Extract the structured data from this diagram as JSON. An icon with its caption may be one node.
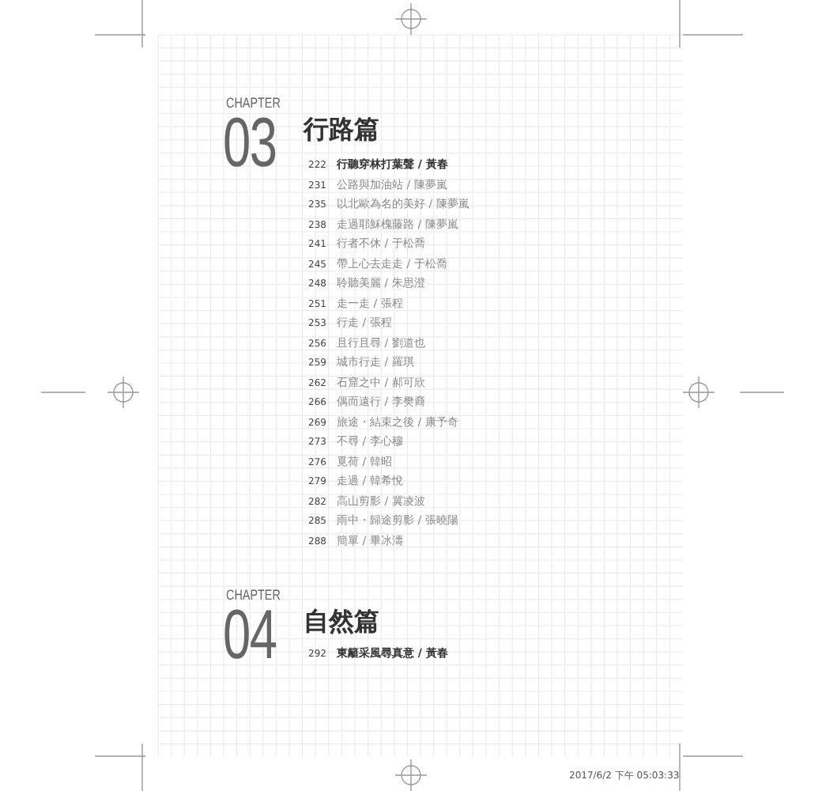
{
  "diagram": {
    "labels": [
      "CHAPTER",
      "03",
      "行路篇",
      "222",
      "行聽穿林打葉聲 / 黃春",
      "231",
      "公路與加油站 / 陳夢嵐",
      "235",
      "以北歐為名的美好 / 陳夢嵐",
      "238",
      "走過耶穌槐藤路 / 陳夢嵐",
      "241",
      "行者不休 / 于松喬",
      "245",
      "帶上心去走走 / 于松喬",
      "248",
      "聆聽美麗 / 朱思澄",
      "251",
      "走一走 / 張程",
      "253",
      "行走 / 張程",
      "256",
      "且行且尋 / 劉道也",
      "259",
      "城市行走 / 羅琪",
      "262",
      "石窟之中 / 郝可欣",
      "266",
      "偶而遠行 / 李樊裔",
      "269",
      "旅途・結束之後 / 康予奇",
      "273",
      "不尋 / 李心穆",
      "276",
      "覓荷 / 韓昭",
      "279",
      "走過 / 韓希悅",
      "282",
      "高山剪影 / 冀凌波",
      "285",
      "雨中・歸途剪影 / 張曉陽",
      "288",
      "簡單 / 畢冰濤",
      "CHAPTER",
      "04",
      "自然篇",
      "292",
      "東籬采風尋真意 / 黃春",
      "2017/6/2 下午 05:03:33"
    ]
  }
}
